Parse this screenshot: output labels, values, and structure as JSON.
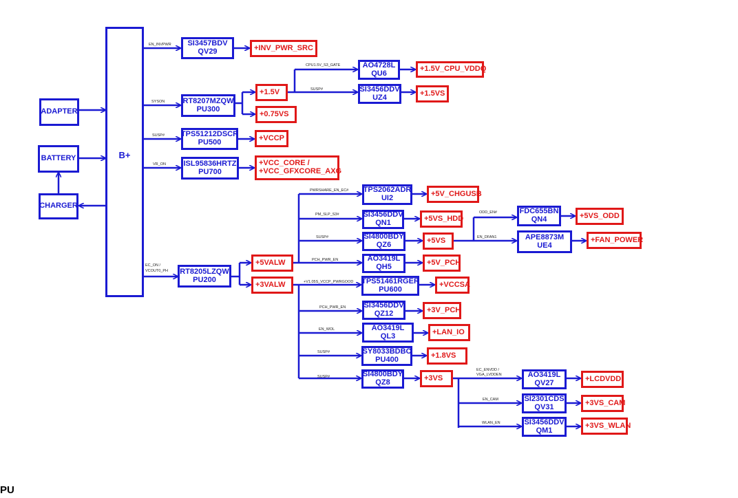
{
  "sources": {
    "adapter": "ADAPTER",
    "battery": "BATTERY",
    "charger": "CHARGER",
    "bplus": "B+"
  },
  "ics": {
    "qv29": [
      "SI3457BDV",
      "QV29"
    ],
    "pu300": [
      "RT8207MZQW",
      "PU300"
    ],
    "pu500": [
      "TPS51212DSCR",
      "PU500"
    ],
    "pu700": [
      "ISL95836HRTZ",
      "PU700"
    ],
    "qu6": [
      "AO4728L",
      "QU6"
    ],
    "uz4": [
      "SI3456DDV",
      "UZ4"
    ],
    "pu200": [
      "RT8205LZQW",
      "PU200"
    ],
    "ui2": [
      "TPS2062ADR",
      "UI2"
    ],
    "qn1": [
      "SI3456DDV",
      "QN1"
    ],
    "qz6": [
      "SI4800BDY",
      "QZ6"
    ],
    "qh5": [
      "AO3419L",
      "QH5"
    ],
    "pu600": [
      "TPS51461RGER",
      "PU600"
    ],
    "qz12": [
      "SI3456DDV",
      "QZ12"
    ],
    "ql3": [
      "AO3419L",
      "QL3"
    ],
    "pu400": [
      "SY8033BDBC",
      "PU400"
    ],
    "qz8": [
      "SI4800BDY",
      "QZ8"
    ],
    "qn4": [
      "FDC655BN",
      "QN4"
    ],
    "ue4": [
      "APE8873M",
      "UE4"
    ],
    "qv27": [
      "AO3419L",
      "QV27"
    ],
    "qv31": [
      "SI2301CDS",
      "QV31"
    ],
    "qm1": [
      "SI3456DDV",
      "QM1"
    ]
  },
  "rails": {
    "inv_pwr_src": "+INV_PWR_SRC",
    "v1_5v_cpu_vddq": "+1.5V_CPU_VDDQ",
    "v1_5vs": "+1.5VS",
    "v1_5v": "+1.5V",
    "v0_75vs": "+0.75VS",
    "vccp": "+VCCP",
    "vcc_core": "+VCC_CORE /",
    "vcc_gfxcore": "+VCC_GFXCORE_AXG",
    "v5_chgusb": "+5V_CHGUSB",
    "v5vs_hdd": "+5VS_HDD",
    "v5vs": "+5VS",
    "v5v_pch": "+5V_PCH",
    "v5valw": "+5VALW",
    "v3valw": "+3VALW",
    "vccsa": "+VCCSA",
    "v3v_pch": "+3V_PCH",
    "lan_io": "+LAN_IO",
    "v1_8vs": "+1.8VS",
    "v3vs": "+3VS",
    "v5vs_odd": "+5VS_ODD",
    "fan_power": "+FAN_POWER",
    "lcdvdd": "+LCDVDD",
    "v3vs_cam": "+3VS_CAM",
    "v3vs_wlan": "+3VS_WLAN"
  },
  "signals": {
    "en_invpwr": "EN_INVPWR",
    "syson": "SYSON",
    "susp_1": "SUSP#",
    "vr_on": "VR_ON",
    "ec_on": "EC_ON /",
    "vcout0_ph": "VCOUT0_PH",
    "cpu_s3_gate": "CPU1.5V_S3_GATE",
    "susp_2": "SUSP#",
    "pwrshare": "PWRSHARE_EN_EC#",
    "pm_slp_s3": "PM_SLP_S3#",
    "susp_3": "SUSP#",
    "pch_pwr_en_1": "PCH_PWR_EN",
    "v105s_pwrgood": "+V1.05S_VCCP_PWRGOOD",
    "pch_pwr_en_2": "PCH_PWR_EN",
    "en_wol": "EN_WOL",
    "susp_4": "SUSP#",
    "susp_5": "SUSP#",
    "odd_en": "ODD_EN#",
    "en_dfan1": "EN_DFAN1",
    "ec_envdd": "EC_ENVDD /",
    "vga_lvdden": "VGA_LVDDEN",
    "en_cam": "EN_CAM",
    "wlan_en": "WLAN_EN"
  },
  "corner_text": "PU",
  "colors": {
    "blue": "#1a1ad2",
    "red": "#e01818"
  }
}
